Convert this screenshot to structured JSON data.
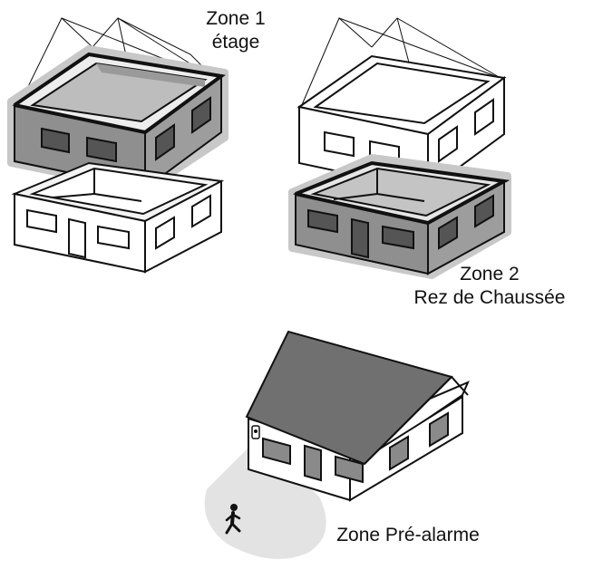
{
  "labels": {
    "zone1_line1": "Zone 1",
    "zone1_line2": "étage",
    "zone2_line1": "Zone 2",
    "zone2_line2": "Rez de Chaussée",
    "zone3": "Zone Pré-alarme"
  },
  "colors": {
    "active_zone_fill": "#8f8f8f",
    "active_zone_interior": "#c4c4c4",
    "highlight_halo": "#c8c8c8",
    "roof": "#707070",
    "detection_cone": "#e3e3e3",
    "outline": "#111111"
  },
  "icons": {
    "person": "walking-person-icon",
    "detector": "motion-detector-icon"
  }
}
